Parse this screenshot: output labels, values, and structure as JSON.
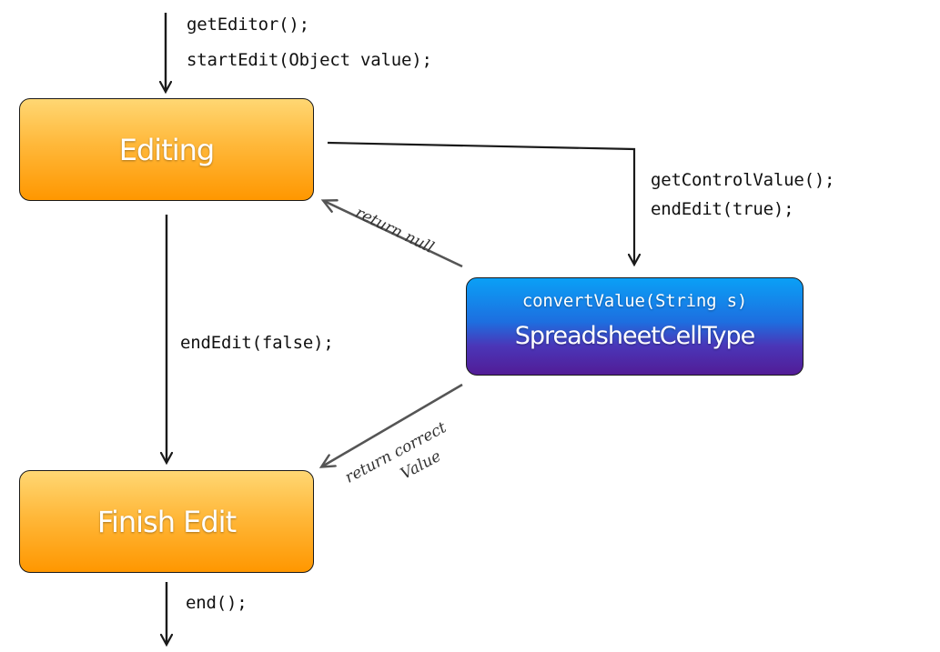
{
  "nodes": {
    "editing": "Editing",
    "finish_edit": "Finish Edit",
    "cell_type": {
      "method": "convertValue(String s)",
      "title": "SpreadsheetCellType"
    }
  },
  "labels": {
    "get_editor": "getEditor();",
    "start_edit": "startEdit(Object value);",
    "get_control_value": "getControlValue();",
    "end_edit_true": "endEdit(true);",
    "end_edit_false": "endEdit(false);",
    "end": "end();",
    "return_null": "return null",
    "return_correct_line1": "return correct",
    "return_correct_line2": "Value"
  },
  "colors": {
    "state_orange_top": "#ffd773",
    "state_orange_bottom": "#ff9700",
    "celltype_blue_top": "#0aa0f6",
    "celltype_purple_bottom": "#521c96",
    "arrow": "#1a1a1a",
    "return_arrow": "#555555"
  }
}
